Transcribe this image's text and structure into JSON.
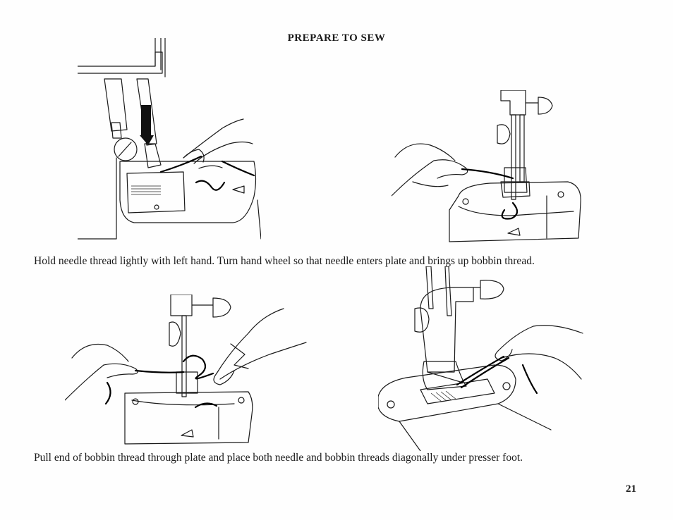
{
  "header": {
    "title": "PREPARE TO SEW"
  },
  "body": {
    "paragraph_1": "Hold needle thread lightly with left hand. Turn hand wheel so that needle enters plate and brings up bobbin thread.",
    "paragraph_2": "Pull end of bobbin thread through plate and place both needle and bobbin threads diagonally under presser foot."
  },
  "footer": {
    "page_number": "21"
  },
  "figures": [
    {
      "name": "needle-entering-plate-illustration"
    },
    {
      "name": "holding-needle-thread-illustration"
    },
    {
      "name": "pulling-bobbin-thread-illustration"
    },
    {
      "name": "threads-under-presser-foot-illustration"
    }
  ]
}
